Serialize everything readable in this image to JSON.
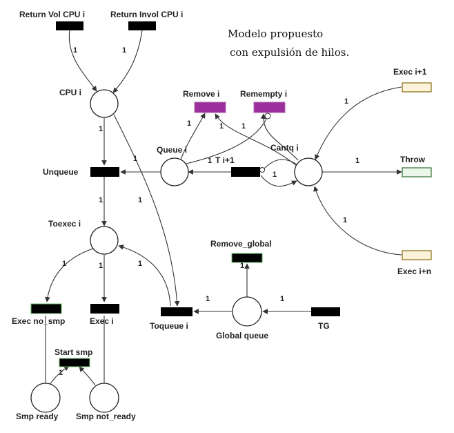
{
  "caption": {
    "line1": "Modelo propuesto",
    "line2": "con expulsión de hilos."
  },
  "colors": {
    "transition": "#000000",
    "special_transition": "#9b2f9b",
    "input_port": "#fbf3da",
    "output_port": "#eaf7ea"
  },
  "places": {
    "cpu": "CPU i",
    "queue": "Queue i",
    "cantq": "Cantq i",
    "toexec": "Toexec i",
    "global_queue": "Global queue",
    "smp_ready": "Smp ready",
    "smp_not_ready": "Smp not_ready"
  },
  "transitions": {
    "return_vol": "Return Vol CPU i",
    "return_invol": "Return Invol CPU i",
    "remove": "Remove i",
    "remempty": "Remempty i",
    "unqueue": "Unqueue",
    "t_next": "T i+1",
    "remove_global": "Remove_global",
    "exec_no_smp": "Exec no_smp",
    "exec": "Exec i",
    "toqueue": "Toqueue i",
    "tg": "TG",
    "start_smp": "Start smp"
  },
  "ports": {
    "exec_next": "Exec i+1",
    "throw": "Throw",
    "exec_n": "Exec i+n"
  },
  "arc_weight": "1",
  "icons": {
    "place": "circle-shape",
    "transition": "filled-rectangle-shape",
    "inhibitor": "small-circle-arc-end",
    "arrow": "arrowhead"
  }
}
